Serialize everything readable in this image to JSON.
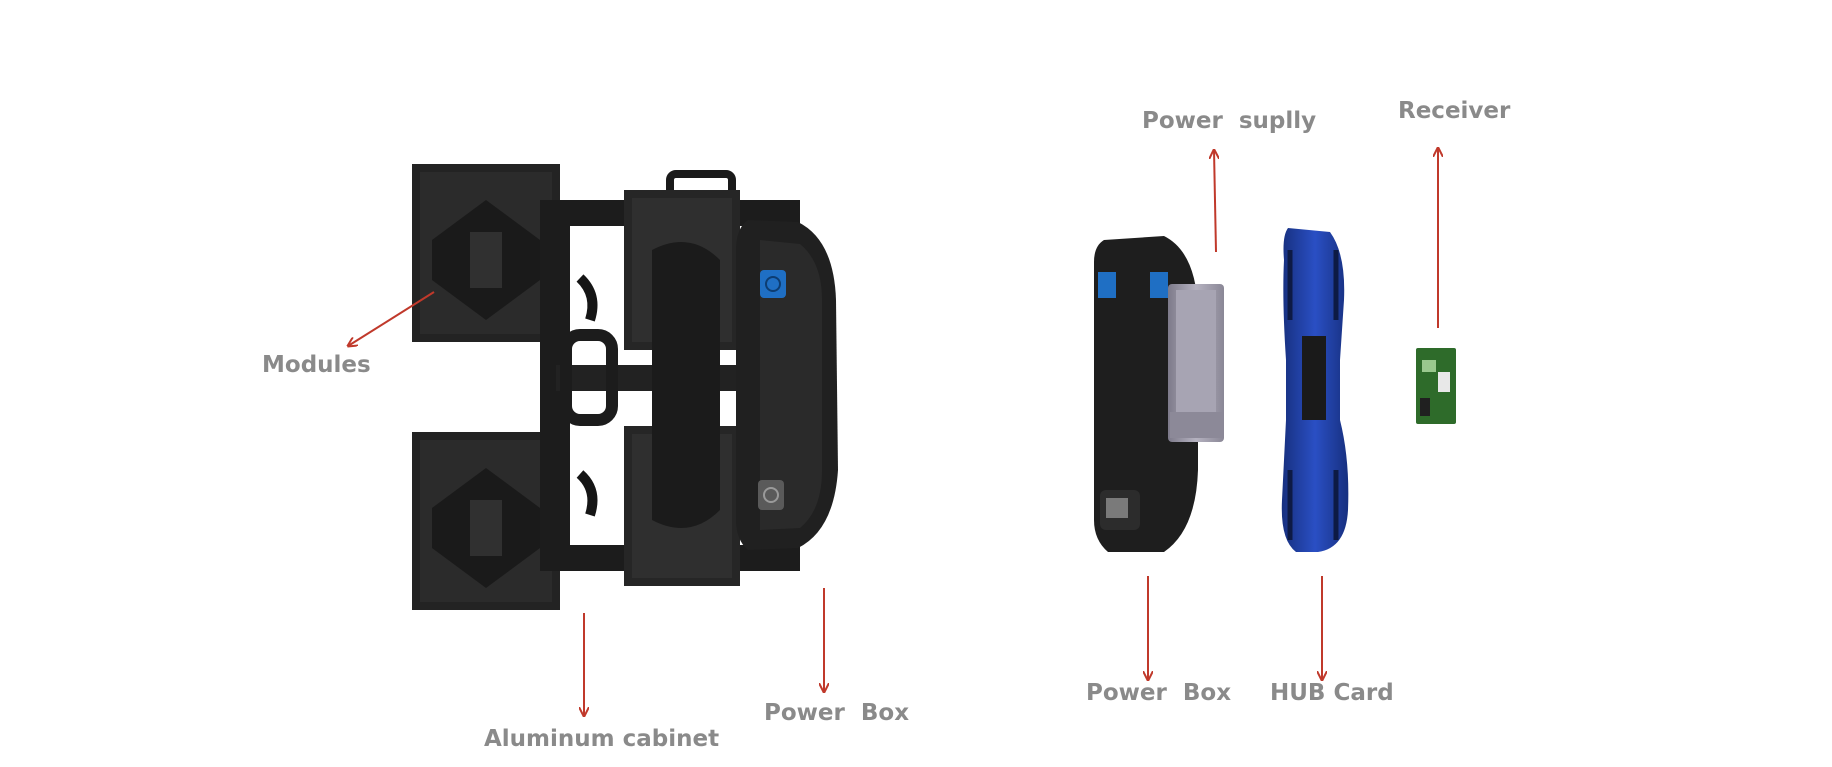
{
  "labels": {
    "modules": "Modules",
    "aluminum_cabinet": "Aluminum cabinet",
    "power_box_left": "Power  Box",
    "power_supply": "Power  suplly",
    "receiver": "Receiver",
    "power_box_right": "Power  Box",
    "hub_card": "HUB Card"
  },
  "colors": {
    "arrow": "#c0392b",
    "label": "#8a8a8a",
    "cabinet": "#1e1e1e",
    "hub_card": "#1f3ea8",
    "power_supply_body": "#9a97a6",
    "receiver_board": "#2e6b2a"
  }
}
